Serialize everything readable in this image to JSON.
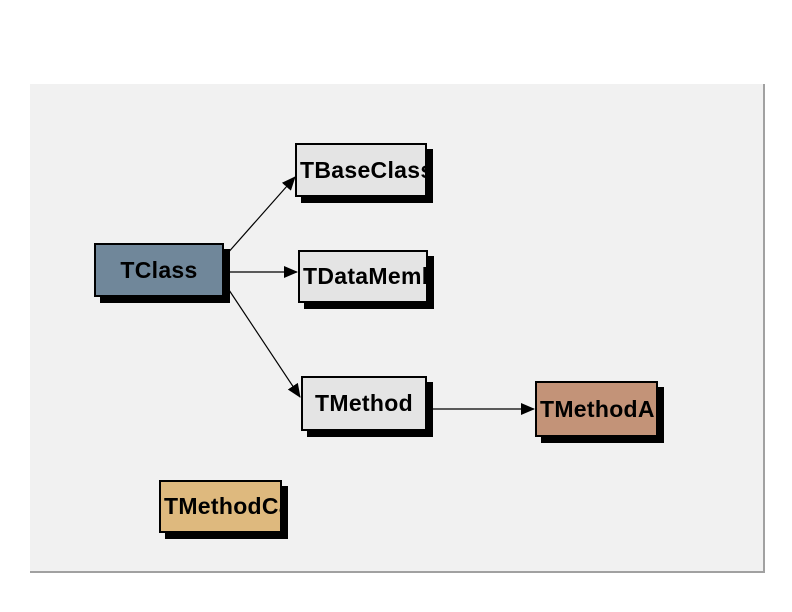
{
  "canvas": {
    "background": "#f1f1f1",
    "border_color": "#a1a1a1",
    "page_background": "#ffffff"
  },
  "nodes": [
    {
      "id": "tclass",
      "label": "TClass",
      "fill": "#70879a",
      "text_color": "#000000"
    },
    {
      "id": "tbaseclass",
      "label": "TBaseClass",
      "fill": "#e4e4e4",
      "text_color": "#000000"
    },
    {
      "id": "tdatamember",
      "label": "TDataMember",
      "fill": "#e4e4e4",
      "text_color": "#000000"
    },
    {
      "id": "tmethod",
      "label": "TMethod",
      "fill": "#e4e4e4",
      "text_color": "#000000"
    },
    {
      "id": "tmethodarg",
      "label": "TMethodArg",
      "fill": "#c39378",
      "text_color": "#000000"
    },
    {
      "id": "tmethodcall",
      "label": "TMethodCall",
      "fill": "#deb97e",
      "text_color": "#000000"
    }
  ],
  "edges": [
    {
      "from": "TClass",
      "to": "TBaseClass"
    },
    {
      "from": "TClass",
      "to": "TDataMember"
    },
    {
      "from": "TClass",
      "to": "TMethod"
    },
    {
      "from": "TMethod",
      "to": "TMethodArg"
    }
  ],
  "edge_color": "#000000",
  "shadow_color": "#000000"
}
